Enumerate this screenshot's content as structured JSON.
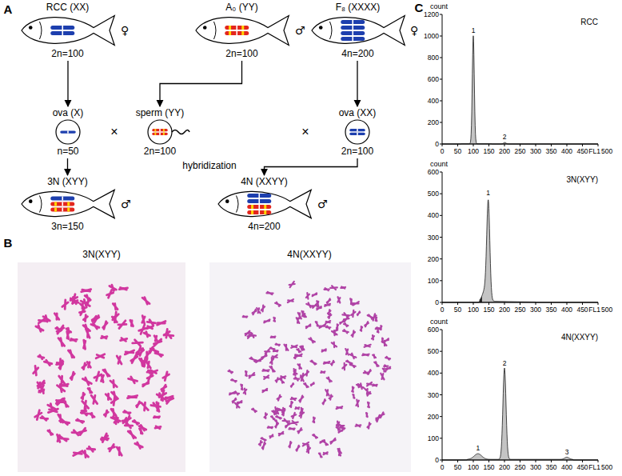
{
  "diagram": {
    "nodes": [
      {
        "text": [
          "RCC (XX)",
          "2n=100"
        ]
      },
      {
        "text": [
          "A₀ (YY)",
          "2n=100"
        ]
      },
      {
        "text": [
          "F₈ (XXXX)",
          "4n=200"
        ]
      },
      {
        "text": [
          "ova (X)",
          "n=50"
        ]
      },
      {
        "text": [
          "sperm (YY)",
          "2n=100"
        ]
      },
      {
        "text": [
          "ova (XX)",
          "2n=100"
        ]
      },
      {
        "text": [
          "3N (XYY)",
          "3n=150"
        ]
      },
      {
        "text": [
          "4N (XXYY)",
          "4n=200"
        ]
      }
    ],
    "edges": [
      {
        "from": 0,
        "to": 3,
        "arrow": "to"
      },
      {
        "from": 1,
        "to": 4,
        "arrow": "to"
      },
      {
        "from": 2,
        "to": 5,
        "arrow": "to"
      },
      {
        "from": 3,
        "to": 6,
        "arrow": "to"
      },
      {
        "from": 5,
        "to": 7,
        "arrow": "to"
      }
    ],
    "labels": [
      "A",
      "♀",
      "♂",
      "♀",
      "×",
      "×",
      "hybridization",
      "♂",
      "♂",
      "B",
      "3N(XYY)",
      "4N(XXYY)",
      "C",
      "count",
      "1200",
      "1000",
      "800",
      "600",
      "400",
      "200",
      "0",
      "0",
      "50",
      "100",
      "150",
      "200",
      "250",
      "300",
      "350",
      "400",
      "450",
      "FL1",
      "500",
      "RCC",
      "1",
      "2",
      "count",
      "600",
      "500",
      "400",
      "300",
      "200",
      "100",
      "0",
      "0",
      "50",
      "100",
      "150",
      "200",
      "250",
      "300",
      "350",
      "400",
      "450",
      "FL1",
      "500",
      "3N(XYY)",
      "1",
      "count",
      "600",
      "500",
      "400",
      "300",
      "200",
      "100",
      "0",
      "0",
      "50",
      "100",
      "150",
      "200",
      "250",
      "300",
      "350",
      "400",
      "450",
      "FL1",
      "500",
      "4N(XXYY)",
      "1",
      "2",
      "3"
    ]
  }
}
